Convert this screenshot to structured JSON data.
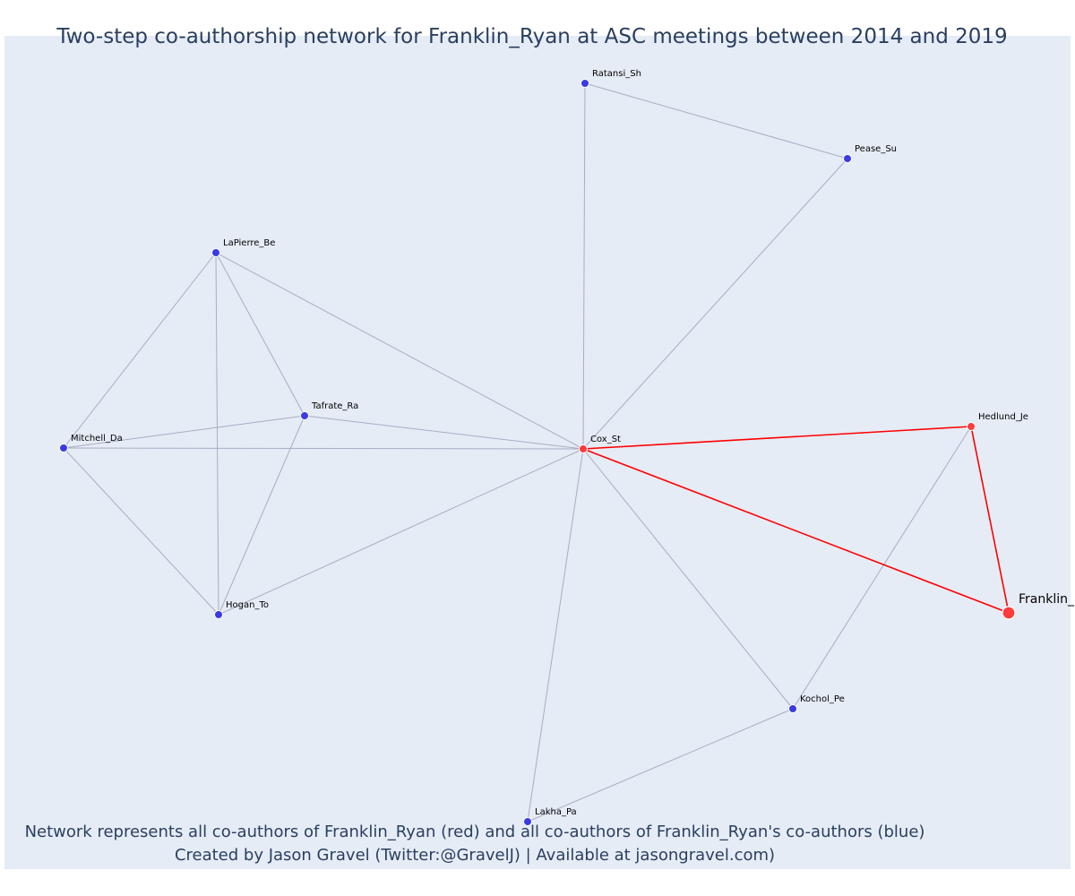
{
  "title": "Two-step co-authorship network for Franklin_Ryan at ASC meetings between 2014 and 2019",
  "caption": {
    "line1": "Network represents all co-authors of Franklin_Ryan (red) and all co-authors of Franklin_Ryan's co-authors (blue)",
    "line2": "Created by Jason Gravel (Twitter:@GravelJ) | Available at jasongravel.com)"
  },
  "colors": {
    "background": "#e5ecf6",
    "edge": "#a9adc2",
    "edge_highlight": "#ff0000",
    "node_coauthor": "#3a3ae6",
    "node_focal": "#ff3b3b"
  },
  "chart_data": {
    "type": "network",
    "nodes": [
      {
        "id": "Franklin_Ryan",
        "label": "Franklin_Ryan",
        "group": "focal"
      },
      {
        "id": "Cox_St",
        "label": "Cox_St",
        "group": "coauthor"
      },
      {
        "id": "Hedlund_Je",
        "label": "Hedlund_Je",
        "group": "coauthor"
      },
      {
        "id": "Ratansi_Sh",
        "label": "Ratansi_Sh",
        "group": "second"
      },
      {
        "id": "Pease_Su",
        "label": "Pease_Su",
        "group": "second"
      },
      {
        "id": "LaPierre_Be",
        "label": "LaPierre_Be",
        "group": "second"
      },
      {
        "id": "Tafrate_Ra",
        "label": "Tafrate_Ra",
        "group": "second"
      },
      {
        "id": "Mitchell_Da",
        "label": "Mitchell_Da",
        "group": "second"
      },
      {
        "id": "Hogan_To",
        "label": "Hogan_To",
        "group": "second"
      },
      {
        "id": "Kochol_Pe",
        "label": "Kochol_Pe",
        "group": "second"
      },
      {
        "id": "Lakha_Pa",
        "label": "Lakha_Pa",
        "group": "second"
      }
    ],
    "edges": [
      {
        "source": "Cox_St",
        "target": "Hedlund_Je",
        "highlight": true
      },
      {
        "source": "Cox_St",
        "target": "Franklin_Ryan",
        "highlight": true
      },
      {
        "source": "Hedlund_Je",
        "target": "Franklin_Ryan",
        "highlight": true
      },
      {
        "source": "Ratansi_Sh",
        "target": "Pease_Su",
        "highlight": false
      },
      {
        "source": "Ratansi_Sh",
        "target": "Cox_St",
        "highlight": false
      },
      {
        "source": "Pease_Su",
        "target": "Cox_St",
        "highlight": false
      },
      {
        "source": "LaPierre_Be",
        "target": "Cox_St",
        "highlight": false
      },
      {
        "source": "LaPierre_Be",
        "target": "Mitchell_Da",
        "highlight": false
      },
      {
        "source": "LaPierre_Be",
        "target": "Tafrate_Ra",
        "highlight": false
      },
      {
        "source": "LaPierre_Be",
        "target": "Hogan_To",
        "highlight": false
      },
      {
        "source": "Tafrate_Ra",
        "target": "Mitchell_Da",
        "highlight": false
      },
      {
        "source": "Tafrate_Ra",
        "target": "Cox_St",
        "highlight": false
      },
      {
        "source": "Tafrate_Ra",
        "target": "Hogan_To",
        "highlight": false
      },
      {
        "source": "Mitchell_Da",
        "target": "Cox_St",
        "highlight": false
      },
      {
        "source": "Mitchell_Da",
        "target": "Hogan_To",
        "highlight": false
      },
      {
        "source": "Hogan_To",
        "target": "Cox_St",
        "highlight": false
      },
      {
        "source": "Cox_St",
        "target": "Kochol_Pe",
        "highlight": false
      },
      {
        "source": "Cox_St",
        "target": "Lakha_Pa",
        "highlight": false
      },
      {
        "source": "Hedlund_Je",
        "target": "Kochol_Pe",
        "highlight": false
      },
      {
        "source": "Kochol_Pe",
        "target": "Lakha_Pa",
        "highlight": false
      }
    ]
  }
}
